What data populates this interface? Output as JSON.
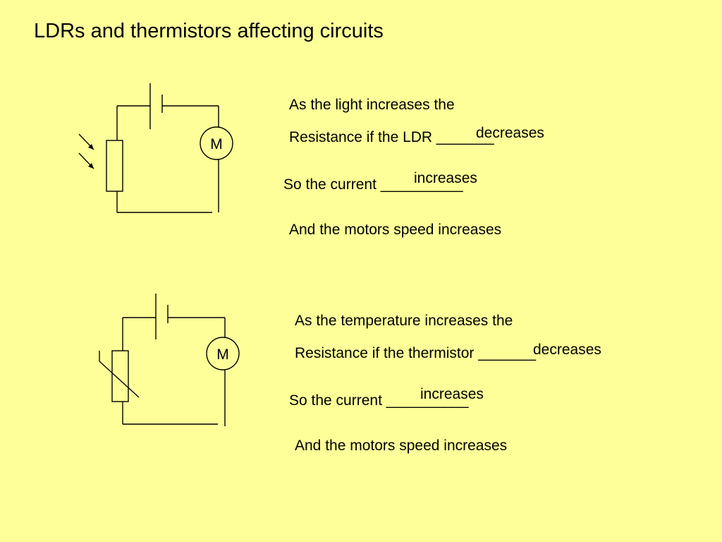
{
  "slide": {
    "title": "LDRs and thermistors affecting circuits",
    "background_color": "#FFFF99"
  },
  "ldr_section": {
    "motor_label": "M",
    "line1": "As the light increases the",
    "line2": "Resistance if the LDR _______",
    "answer1": "decreases",
    "line3": "So the current __________",
    "answer2": "increases",
    "line4": "And the motors speed increases"
  },
  "thermistor_section": {
    "motor_label": "M",
    "line1": "As the temperature increases the",
    "line2": "Resistance if the thermistor _______",
    "answer1": "decreases",
    "line3": "So the current __________",
    "answer2": "increases",
    "line4": "And the motors speed increases"
  }
}
